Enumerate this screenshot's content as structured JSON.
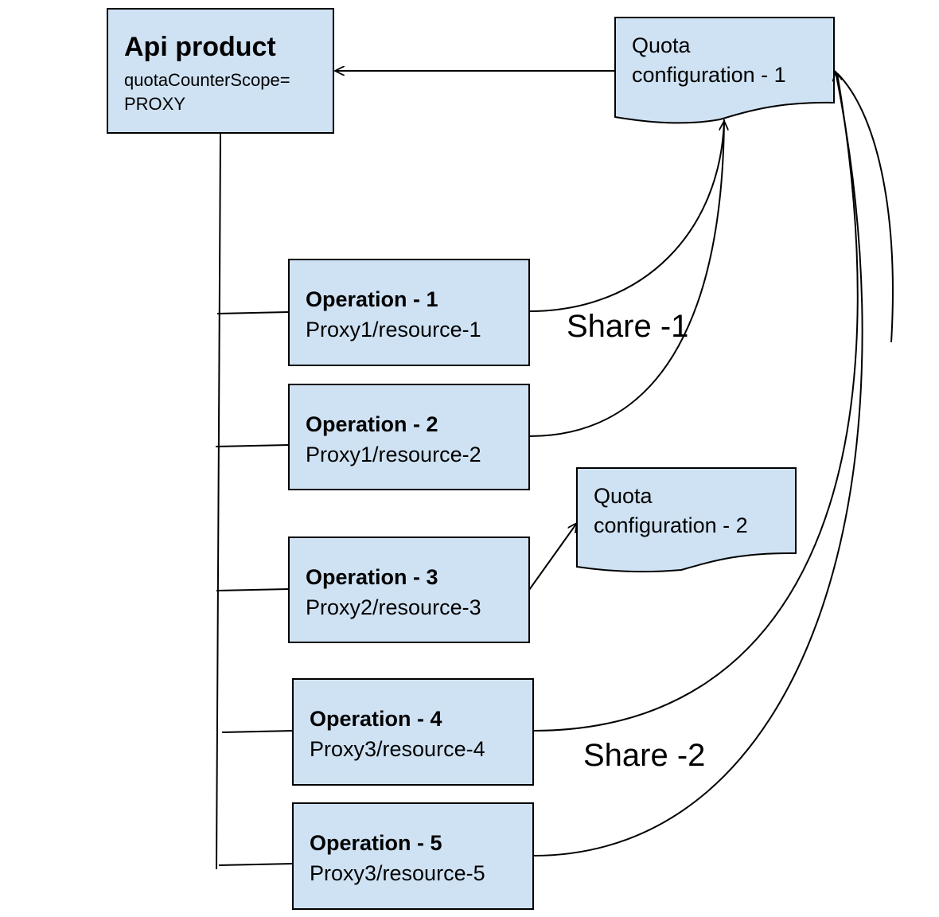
{
  "api_product": {
    "title": "Api product",
    "scope_line1": "quotaCounterScope=",
    "scope_line2": "PROXY"
  },
  "quota_configs": [
    {
      "line1": "Quota",
      "line2": "configuration - 1"
    },
    {
      "line1": "Quota",
      "line2": "configuration - 2"
    }
  ],
  "operations": [
    {
      "title": "Operation - 1",
      "path": "Proxy1/resource-1"
    },
    {
      "title": "Operation - 2",
      "path": "Proxy1/resource-2"
    },
    {
      "title": "Operation - 3",
      "path": "Proxy2/resource-3"
    },
    {
      "title": "Operation - 4",
      "path": "Proxy3/resource-4"
    },
    {
      "title": "Operation - 5",
      "path": "Proxy3/resource-5"
    }
  ],
  "share_labels": [
    "Share -1",
    "Share -2"
  ],
  "colors": {
    "box_fill": "#cfe2f3",
    "stroke": "#000000"
  }
}
